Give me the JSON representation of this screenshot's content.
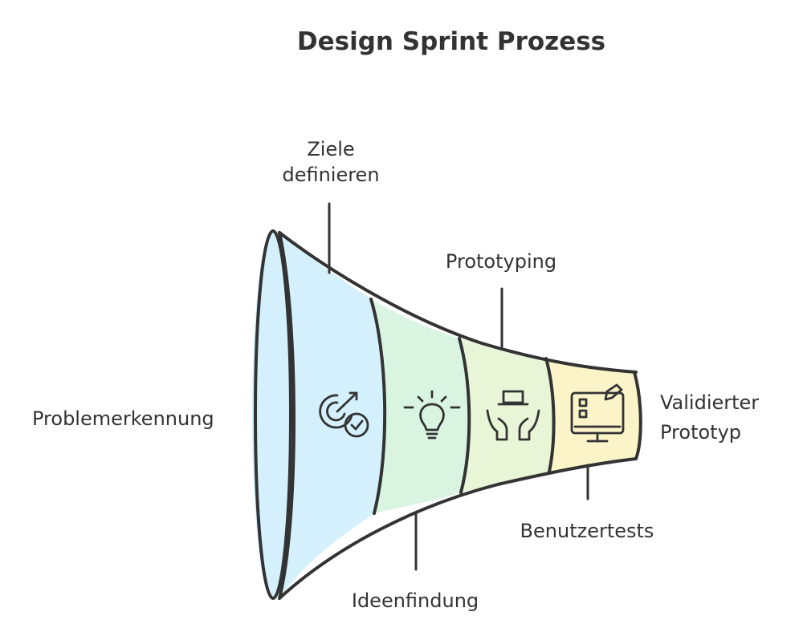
{
  "title": "Design Sprint Prozess",
  "stages": [
    {
      "label": "Problemerkennung",
      "icon": "book-icon",
      "color": "#d4f0fc"
    },
    {
      "label": "Ziele definieren",
      "icon": "target-check-icon",
      "color": "#d4f0fc"
    },
    {
      "label": "Ideenfindung",
      "icon": "lightbulb-icon",
      "color": "#d9f5e2"
    },
    {
      "label": "Prototyping",
      "icon": "hat-hands-icon",
      "color": "#e8f5d6"
    },
    {
      "label": "Benutzertests",
      "icon": "monitor-checklist-icon",
      "color": "#fbf4c8"
    },
    {
      "label": "Validierter Prototyp",
      "icon": "",
      "color": "#fbf4c8"
    }
  ],
  "labels": {
    "problem": "Problemerkennung",
    "goals_line1": "Ziele",
    "goals_line2": "definieren",
    "prototyping": "Prototyping",
    "ideation": "Ideenfindung",
    "user_tests": "Benutzertests",
    "validated_line1": "Validierter",
    "validated_line2": "Prototyp"
  }
}
